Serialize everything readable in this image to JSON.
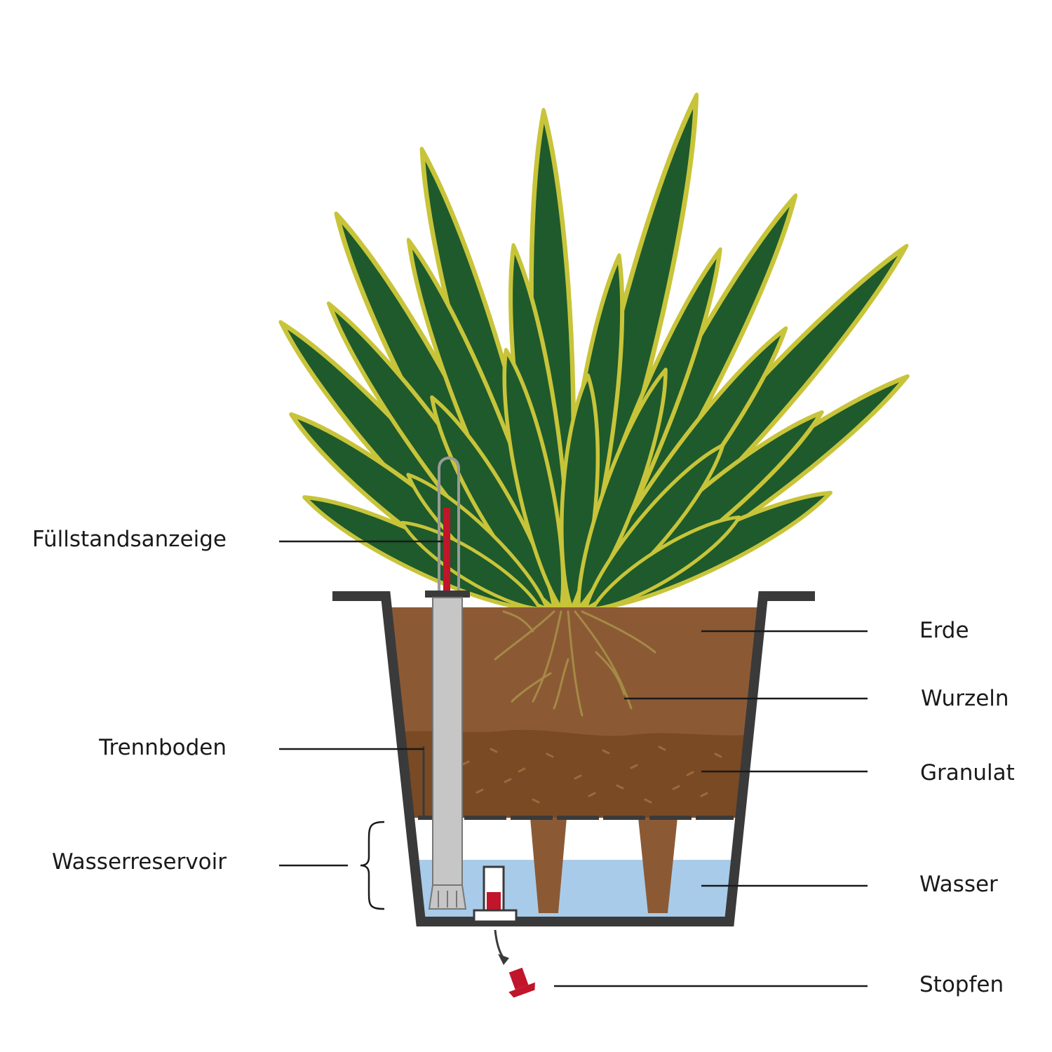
{
  "labels": {
    "fuellstandsanzeige": "Füllstandsanzeige",
    "trennboden": "Trennboden",
    "wasserreservoir": "Wasserreservoir",
    "erde": "Erde",
    "wurzeln": "Wurzeln",
    "granulat": "Granulat",
    "wasser": "Wasser",
    "stopfen": "Stopfen"
  },
  "colors": {
    "leaf": "#1e5a2c",
    "leaf_edge": "#c8c43a",
    "soil": "#8b5a35",
    "granulate": "#7a4a24",
    "water": "#a9cbea",
    "pot_wall": "#3a3a3a",
    "indicator_red": "#c0152a",
    "indicator_tube": "#c6c6c6",
    "roots": "#a58a45"
  },
  "icons": {
    "plant": "plant-illustration",
    "pot": "self-watering-pot",
    "plug": "drain-plug-icon"
  }
}
